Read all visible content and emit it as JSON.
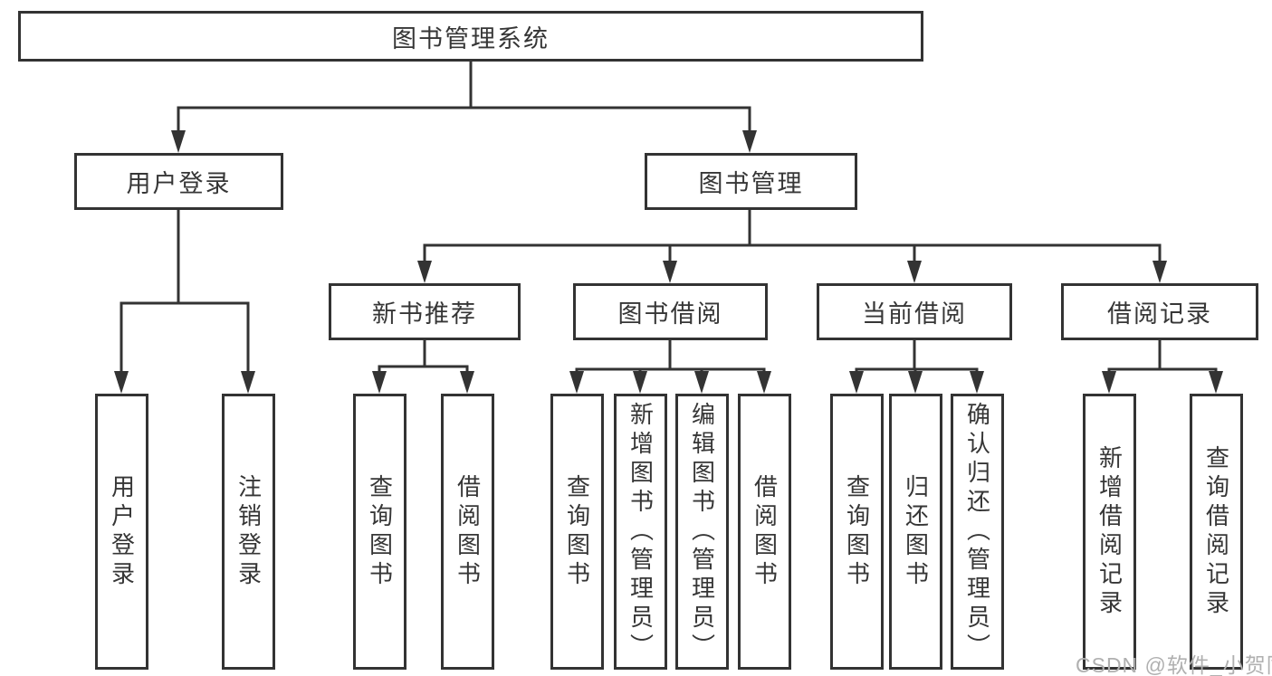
{
  "tree": {
    "root": "图书管理系统",
    "children": [
      {
        "label": "用户登录",
        "children": [
          {
            "label": "用户登录"
          },
          {
            "label": "注销登录"
          }
        ]
      },
      {
        "label": "图书管理",
        "children": [
          {
            "label": "新书推荐",
            "children": [
              {
                "label": "查询图书"
              },
              {
                "label": "借阅图书"
              }
            ]
          },
          {
            "label": "图书借阅",
            "children": [
              {
                "label": "查询图书"
              },
              {
                "label": "新增图书（管理员）"
              },
              {
                "label": "编辑图书（管理员）"
              },
              {
                "label": "借阅图书"
              }
            ]
          },
          {
            "label": "当前借阅",
            "children": [
              {
                "label": "查询图书"
              },
              {
                "label": "归还图书"
              },
              {
                "label": "确认归还（管理员）"
              }
            ]
          },
          {
            "label": "借阅记录",
            "children": [
              {
                "label": "新增借阅记录"
              },
              {
                "label": "查询借阅记录"
              }
            ]
          }
        ]
      }
    ]
  },
  "watermark": {
    "text": "CSDN @软件_小贺同学"
  },
  "colors": {
    "line": "#333333",
    "text": "#363636",
    "watermark": "#b0b0b0",
    "background": "#ffffff"
  }
}
